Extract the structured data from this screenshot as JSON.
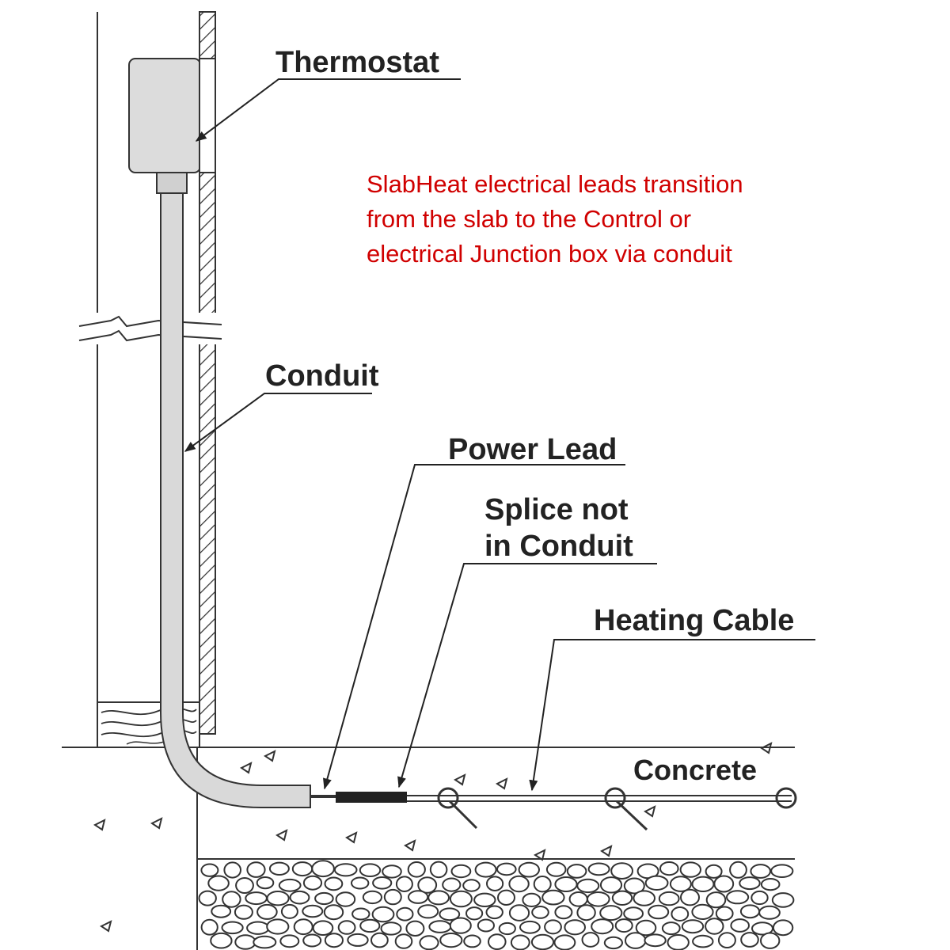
{
  "labels": {
    "thermostat": "Thermostat",
    "conduit": "Conduit",
    "power_lead": "Power Lead",
    "splice_line1": "Splice not",
    "splice_line2": "in Conduit",
    "heating_cable": "Heating Cable",
    "concrete": "Concrete"
  },
  "note": {
    "line1": "SlabHeat electrical leads transition",
    "line2": "from  the slab to the Control or",
    "line3": "electrical Junction box via conduit"
  },
  "colors": {
    "note_text": "#d00000",
    "label_text": "#222222",
    "conduit_fill": "#d9d9d9",
    "thermostat_fill": "#dcdcdc",
    "outline": "#333333"
  }
}
